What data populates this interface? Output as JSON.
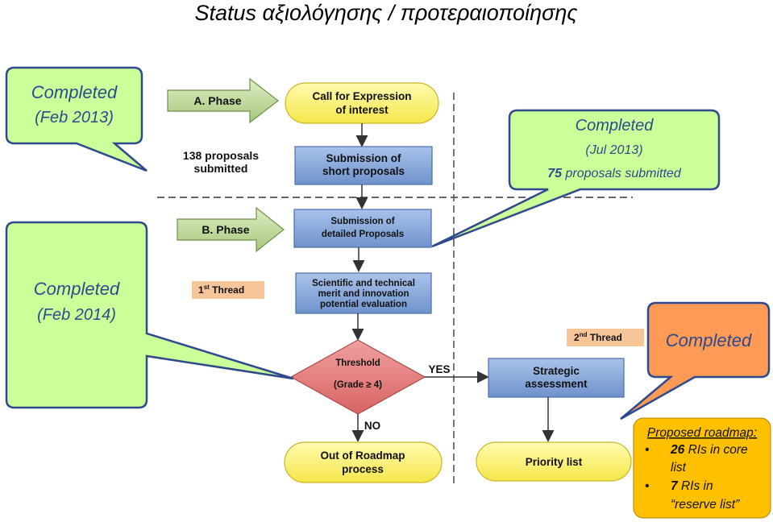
{
  "title": "Status αξιολόγησης / προτεραιοποίησης",
  "callouts": {
    "phase_a": {
      "status": "Completed",
      "date": "(Feb 2013)"
    },
    "short_proposals": {
      "status": "Completed",
      "date": "(Jul 2013)",
      "count": "75",
      "count_text": "proposals submitted"
    },
    "phase_b": {
      "status": "Completed",
      "date": "(Feb 2014)"
    },
    "strategic": {
      "status": "Completed"
    }
  },
  "phases": {
    "a": "A. Phase",
    "b": "B. Phase"
  },
  "notes": {
    "proposals_line1": "138 proposals",
    "proposals_line2": "submitted"
  },
  "boxes": {
    "call_line1": "Call for Expression",
    "call_line2": "of interest",
    "short_line1": "Submission of",
    "short_line2": "short proposals",
    "detailed_line1": "Submission of",
    "detailed_line2": "detailed Proposals",
    "eval_line1": "Scientific and technical",
    "eval_line2": "merit and innovation",
    "eval_line3": "potential evaluation",
    "threshold_line1": "Threshold",
    "threshold_line2": "(Grade ≥ 4)",
    "strategic_line1": "Strategic",
    "strategic_line2": "assessment",
    "out_line1": "Out of Roadmap",
    "out_line2": "process",
    "priority": "Priority list"
  },
  "threads": {
    "first_num": "1",
    "first_sup": "st",
    "first_label": "Thread",
    "second_num": "2",
    "second_sup": "nd",
    "second_label": "Thread"
  },
  "edges": {
    "yes": "YES",
    "no": "NO"
  },
  "roadmap": {
    "heading": "Proposed roadmap:",
    "bullet": "•",
    "item1_num": "26",
    "item1_text": "RIs in core",
    "item1_cont": "list",
    "item2_num": "7",
    "item2_text": "RIs in",
    "item2_cont": "“reserve list”"
  },
  "colors": {
    "yellow": "#fbf27a",
    "blue_box": "#7b9fd4",
    "green_callout": "#ccff99",
    "orange_callout": "#ff9a57",
    "gold": "#ffc000",
    "diamond": "#e07b7b",
    "thread_fill": "#f7c59a",
    "callout_text": "#2e4a8c"
  }
}
